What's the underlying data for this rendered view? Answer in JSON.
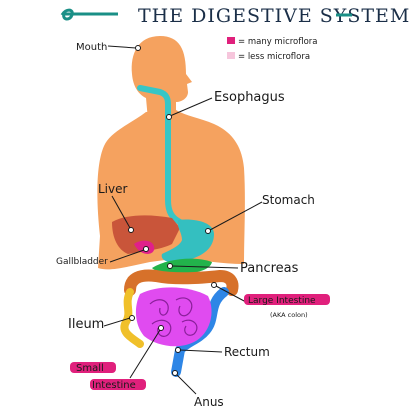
{
  "title": "THE DIGESTIVE SYSTEM",
  "colors": {
    "skin": "#F5A25F",
    "tube": "#37C6C6",
    "liver": "#C9553A",
    "stomach": "#34BFC0",
    "pancreas": "#22B34B",
    "gallbladder": "#E0208A",
    "large_intestine": "#D7712A",
    "small_intestine": "#E04BF0",
    "ileum": "#F0C02A",
    "rectum": "#2E86E6",
    "highlight": "#E0207C",
    "legend_many": "#E0207C",
    "legend_less": "#F6C6DC"
  },
  "legend": [
    {
      "label": "= many microflora",
      "color": "#E0207C"
    },
    {
      "label": "= less microflora",
      "color": "#F6C6DC"
    }
  ],
  "labels": {
    "mouth": "Mouth",
    "esophagus": "Esophagus",
    "liver": "Liver",
    "stomach": "Stomach",
    "gallbladder": "Gallbladder",
    "pancreas": "Pancreas",
    "large_intestine": "Large Intestine",
    "large_intestine_note": "(AKA colon)",
    "ileum": "Ileum",
    "rectum": "Rectum",
    "small_intestine_line1": "Small",
    "small_intestine_line2": "Intestine",
    "anus": "Anus"
  }
}
